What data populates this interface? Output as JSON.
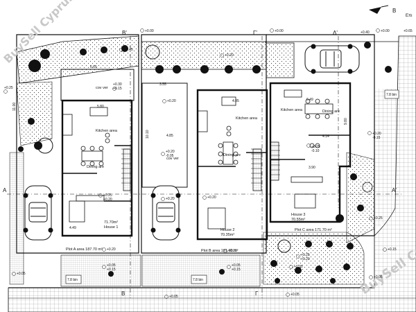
{
  "watermark": {
    "top_left": "BuySell Cyprus",
    "bottom_right": "BuySell Cyprus"
  },
  "north_label": "B",
  "corner_text": "Επι",
  "section_marks": {
    "b_prime_top": "B'",
    "gamma_prime_top": "Γ'",
    "delta_prime_top": "Δ'",
    "b_bottom": "B",
    "gamma_bottom": "Γ",
    "a_left": "A",
    "a_prime_right": "A'"
  },
  "houses": [
    {
      "name": "House 1",
      "area": "71.70m²",
      "plot": "Plot A area 187.70 m²"
    },
    {
      "name": "House 2",
      "area": "70.35m²",
      "plot": "Plot B area 191.60 m²"
    },
    {
      "name": "House 3",
      "area": "70.55m²",
      "plot": "Plot C area 171.70 m²"
    }
  ],
  "rooms": {
    "kitchen_1": "Kitchen area",
    "dining_1": "Dining are",
    "kitchen_2": "Kitchen area",
    "dining_2": "Dining are",
    "kitchen_3": "Kitchen area",
    "dining_3": "Dining are",
    "cov_ver_1": "cov ver",
    "cov_ver_2": "cov ver"
  },
  "bins": {
    "a": "7.8 bin",
    "b": "7.8 bin",
    "c": "7.8 bin"
  },
  "dimensions": {
    "d_665": "6.65",
    "d_355": "3.55",
    "d_485": "4.85",
    "d_485b": "4.85",
    "d_649": "6.49",
    "d_580": "5.80",
    "d_449": "4.49",
    "d_414": "4.14",
    "d_390": "3.90",
    "d_1100": "11.00",
    "d_1010": "10.10",
    "d_980": "9.80"
  },
  "levels": {
    "top_b": "+0.00",
    "top_g": "+0.00",
    "top_d": "+0.00",
    "top_far": "+0.65",
    "garden_a": "+0.45",
    "garden_b": "+0.20",
    "garden_c": "+0.40",
    "porch_a": "+0.30\n+0.15",
    "left_edge": "+0.25",
    "mid_1": "+0.20",
    "mid_2": "+0.20\n-0.05",
    "mid_3": "+0.20",
    "house3_pt": "+0.25\n-0.10",
    "right_1": "+0.20\n-0.15",
    "right_2": "+0.25",
    "h1_pt": "+0.25\n+0.20",
    "h2_pt": "+0.20",
    "plot_a_front": "+0.20",
    "plot_b_front": "+0.20",
    "front_1": "+0.05\n+0.15",
    "front_2": "+0.05\n+0.15",
    "front_3": "+0.05",
    "front_4": "+0.25\n+0.20",
    "bottom_1": "+0.05",
    "bottom_2": "+0.05",
    "bottom_3": "+0.05",
    "bottom_4": "+0.05",
    "right_low": "+0.15"
  },
  "colors": {
    "line": "#111111",
    "hatch": "#555555",
    "watermark": "#c8c8c8",
    "paper": "#ffffff"
  }
}
